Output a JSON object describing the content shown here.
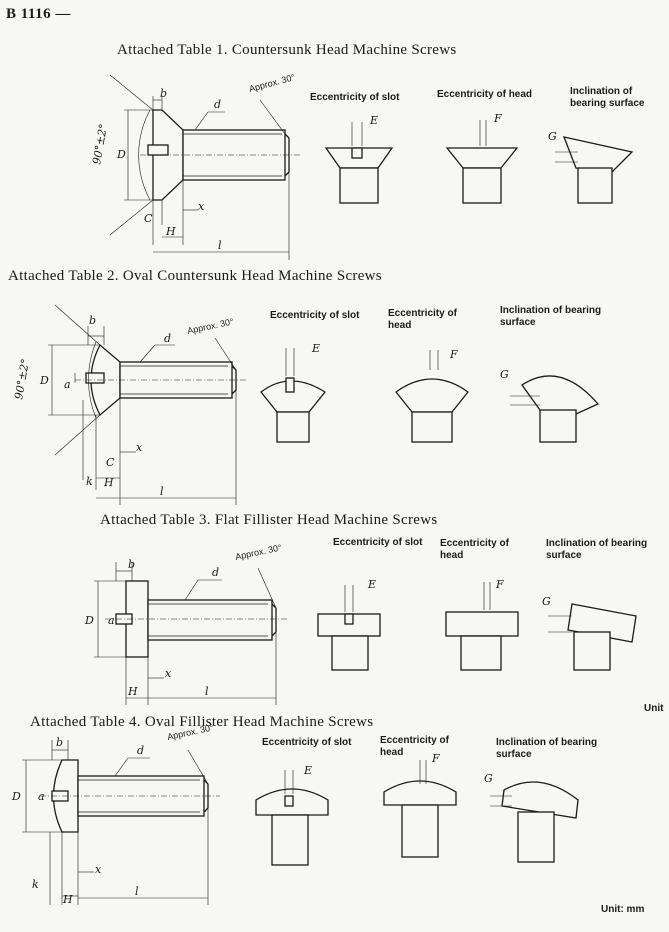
{
  "page": {
    "header": "B 1116 —"
  },
  "sections": [
    {
      "title": "Attached Table 1.  Countersunk Head Machine Screws",
      "labels": {
        "slot": "Eccentricity of slot",
        "head": "Eccentricity of head",
        "incl": "Inclination of bearing surface"
      },
      "letters": {
        "b": "b",
        "d": "d",
        "D": "D",
        "C": "C",
        "x": "x",
        "H": "H",
        "l": "l",
        "angle": "90°±2°",
        "approx": "Approx. 30°",
        "E": "E",
        "F": "F",
        "G": "G"
      }
    },
    {
      "title": "Attached Table 2.  Oval Countersunk Head Machine Screws",
      "labels": {
        "slot": "Eccentricity of slot",
        "head": "Eccentricity of head",
        "incl": "Inclination of bearing surface"
      },
      "letters": {
        "b": "b",
        "d": "d",
        "D": "D",
        "a": "a",
        "C": "C",
        "x": "x",
        "k": "k",
        "H": "H",
        "l": "l",
        "angle": "90°±2°",
        "approx": "Approx. 30°",
        "E": "E",
        "F": "F",
        "G": "G"
      }
    },
    {
      "title": "Attached Table 3.  Flat Fillister Head Machine Screws",
      "labels": {
        "slot": "Eccentricity of slot",
        "head": "Eccentricity of head",
        "incl": "Inclination of bearing surface"
      },
      "letters": {
        "b": "b",
        "d": "d",
        "D": "D",
        "a": "a",
        "x": "x",
        "H": "H",
        "l": "l",
        "approx": "Approx. 30°",
        "E": "E",
        "F": "F",
        "G": "G"
      },
      "unit": "Unit"
    },
    {
      "title": "Attached Table 4.  Oval Fillister Head Machine Screws",
      "labels": {
        "slot": "Eccentricity of slot",
        "head": "Eccentricity of head",
        "incl": "Inclination of bearing surface"
      },
      "letters": {
        "b": "b",
        "d": "d",
        "D": "D",
        "a": "a",
        "x": "x",
        "k": "k",
        "H": "H",
        "l": "l",
        "approx": "Approx. 30°",
        "E": "E",
        "F": "F",
        "G": "G"
      },
      "unit": "Unit: mm"
    }
  ]
}
